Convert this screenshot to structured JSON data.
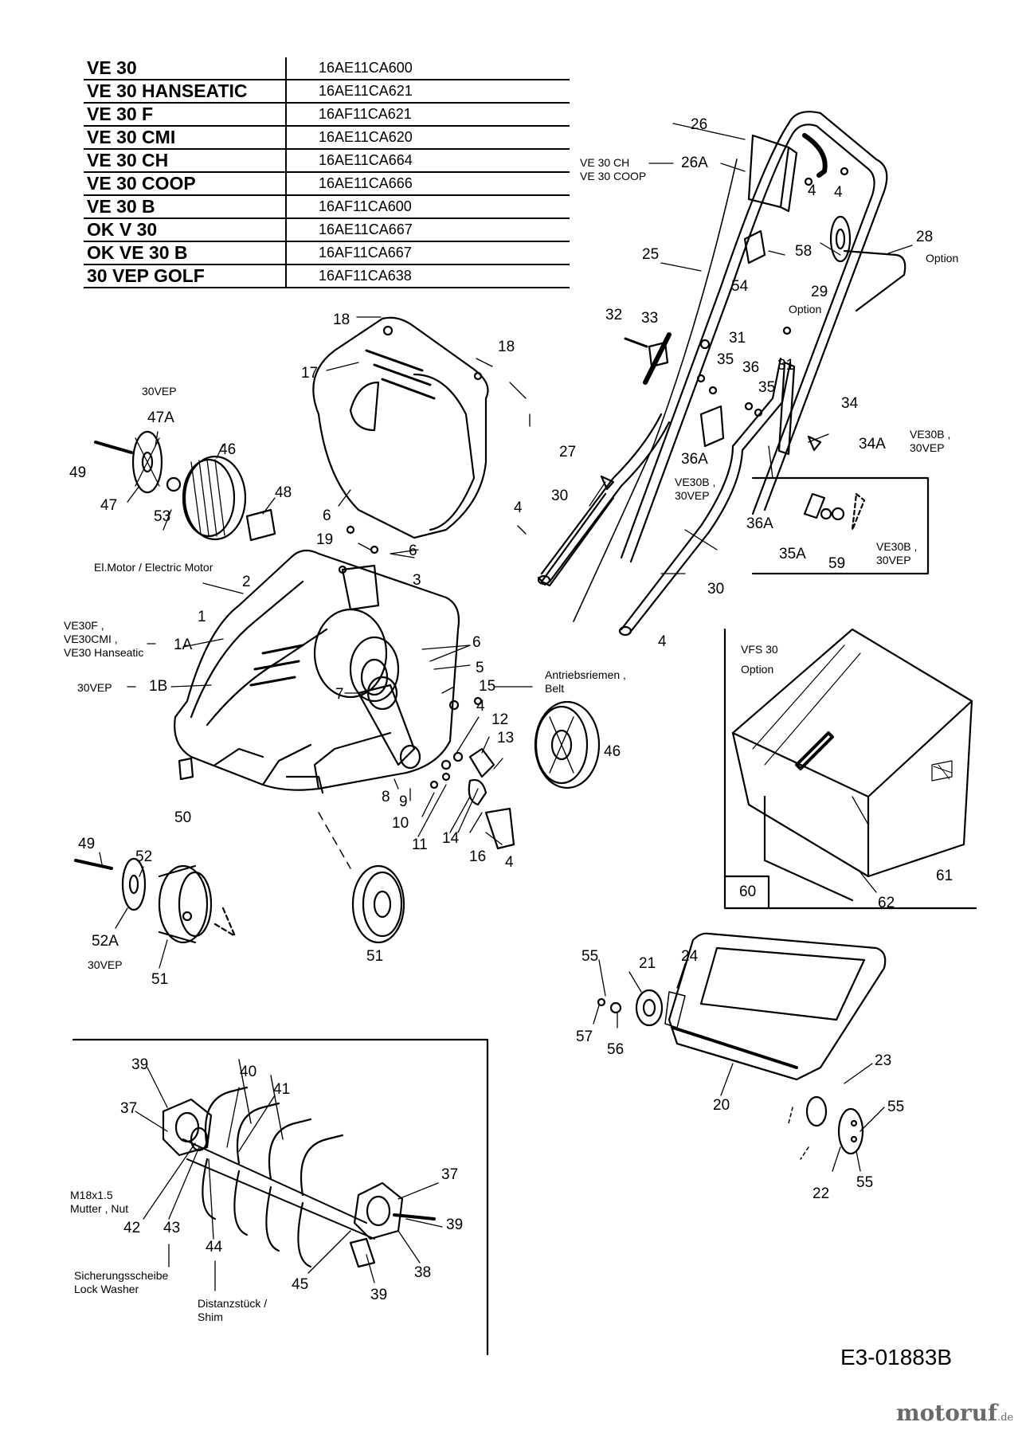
{
  "models": [
    {
      "name": "VE 30",
      "code": "16AE11CA600"
    },
    {
      "name": "VE 30 HANSEATIC",
      "code": "16AE11CA621"
    },
    {
      "name": "VE 30 F",
      "code": "16AF11CA621"
    },
    {
      "name": "VE 30 CMI",
      "code": "16AE11CA620"
    },
    {
      "name": "VE 30 CH",
      "code": "16AE11CA664"
    },
    {
      "name": "VE 30 COOP",
      "code": "16AE11CA666"
    },
    {
      "name": "VE 30 B",
      "code": "16AF11CA600"
    },
    {
      "name": "OK V 30",
      "code": "16AE11CA667"
    },
    {
      "name": "OK VE 30 B",
      "code": "16AF11CA667"
    },
    {
      "name": "30 VEP GOLF",
      "code": "16AF11CA638"
    }
  ],
  "parts": {
    "p1": "1",
    "p1A": "1A",
    "p1B": "1B",
    "p2": "2",
    "p3": "3",
    "p4": "4",
    "p5": "5",
    "p6": "6",
    "p7": "7",
    "p8": "8",
    "p9": "9",
    "p10": "10",
    "p11": "11",
    "p12": "12",
    "p13": "13",
    "p14": "14",
    "p15": "15",
    "p16": "16",
    "p17": "17",
    "p18": "18",
    "p19": "19",
    "p20": "20",
    "p21": "21",
    "p22": "22",
    "p23": "23",
    "p24": "24",
    "p25": "25",
    "p26": "26",
    "p26A": "26A",
    "p27": "27",
    "p28": "28",
    "p29": "29",
    "p30": "30",
    "p31": "31",
    "p32": "32",
    "p33": "33",
    "p34": "34",
    "p34A": "34A",
    "p35": "35",
    "p35A": "35A",
    "p36": "36",
    "p36A": "36A",
    "p37": "37",
    "p38": "38",
    "p39": "39",
    "p40": "40",
    "p41": "41",
    "p42": "42",
    "p43": "43",
    "p44": "44",
    "p45": "45",
    "p46": "46",
    "p47": "47",
    "p47A": "47A",
    "p48": "48",
    "p49": "49",
    "p50": "50",
    "p51": "51",
    "p52": "52",
    "p52A": "52A",
    "p53": "53",
    "p54": "54",
    "p55": "55",
    "p56": "56",
    "p57": "57",
    "p58": "58",
    "p59": "59",
    "p60": "60",
    "p61": "61",
    "p62": "62"
  },
  "notes": {
    "option": "Option",
    "ve30ch": "VE 30 CH",
    "ve30coop": "VE 30 COOP",
    "ve30b": "VE30B ,",
    "vep30": "30VEP",
    "vep30_alt": "30VEP",
    "motor": "El.Motor / Electric Motor",
    "belt_de": "Antriebsriemen ,",
    "belt_en": "Belt",
    "ve30f": "VE30F ,",
    "ve30cmi": "VE30CMI ,",
    "ve30han": "VE30 Hanseatic",
    "vfs30": "VFS 30",
    "nut_size": "M18x1.5",
    "nut": "Mutter , Nut",
    "washer_de": "Sicherungsscheibe",
    "washer_en": "Lock Washer",
    "shim_de": "Distanzstück /",
    "shim_en": "Shim"
  },
  "drawing_ref": "E3-01883B",
  "logo": {
    "name": "motoruf",
    "tld": ".de"
  }
}
